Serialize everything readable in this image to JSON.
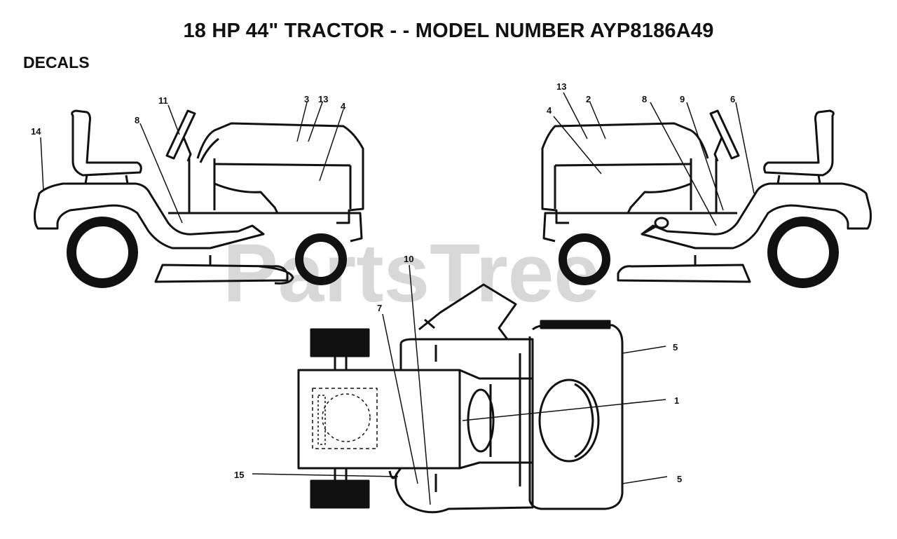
{
  "title": "18 HP 44\" TRACTOR - - MODEL NUMBER AYP8186A49",
  "section": "DECALS",
  "watermark": "PartsTree",
  "callouts_left": [
    "14",
    "11",
    "8",
    "3",
    "13",
    "4"
  ],
  "callouts_right": [
    "13",
    "2",
    "4",
    "8",
    "9",
    "6"
  ],
  "callouts_top": [
    "10",
    "7",
    "5",
    "1",
    "15",
    "5"
  ]
}
